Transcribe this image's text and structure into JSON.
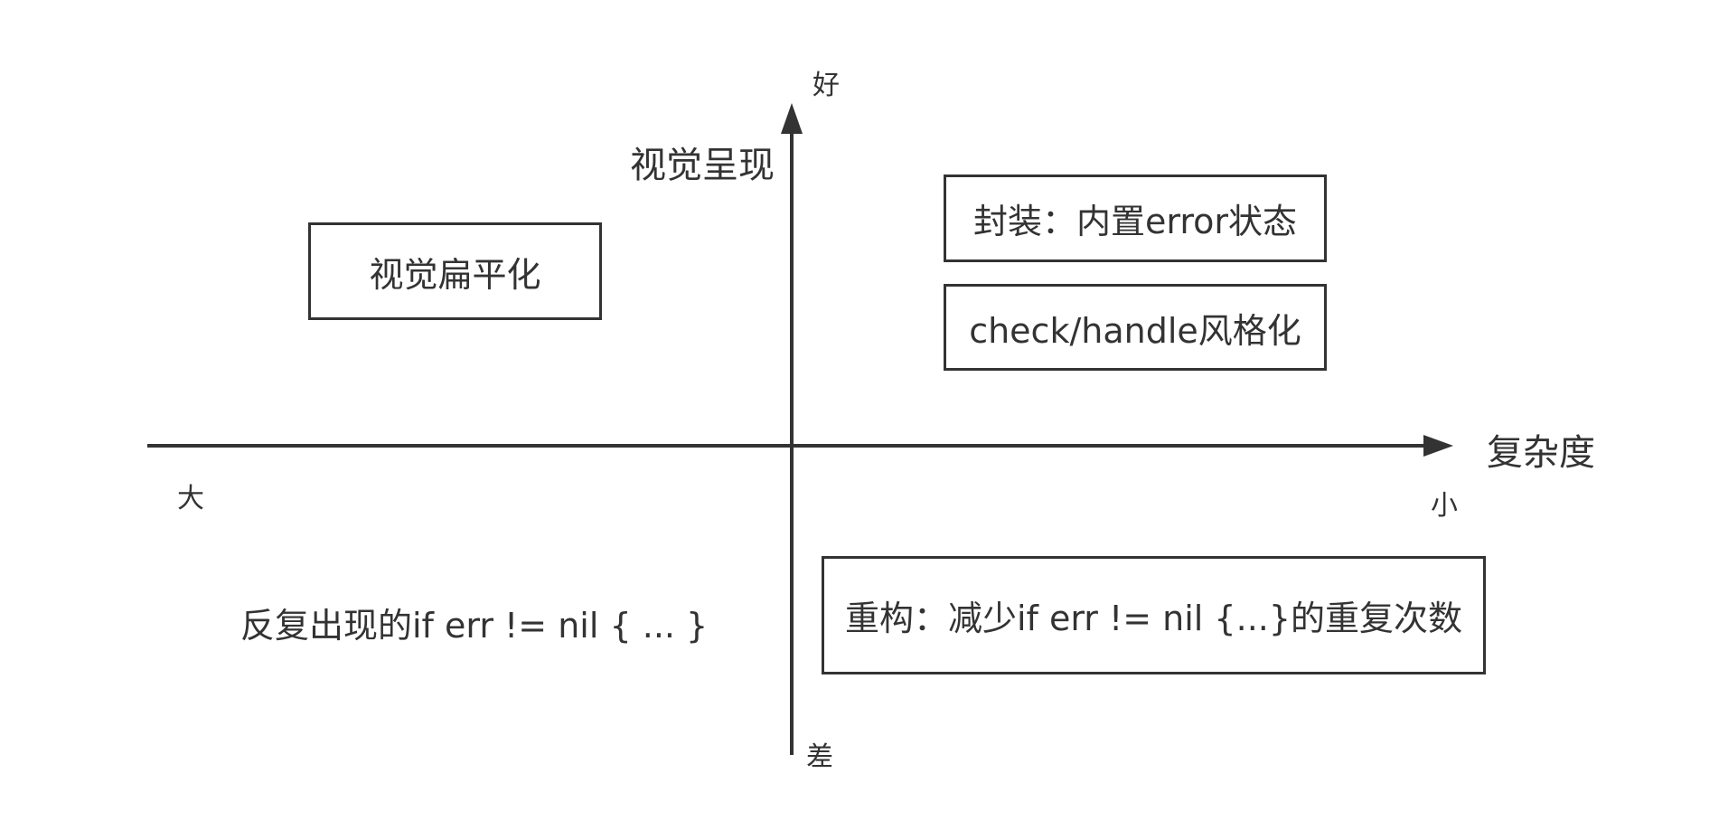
{
  "axes": {
    "vertical": {
      "title": "视觉呈现",
      "top_label": "好",
      "bottom_label": "差"
    },
    "horizontal": {
      "title": "复杂度",
      "left_label": "大",
      "right_label": "小"
    }
  },
  "boxes": [
    {
      "label": "视觉扁平化"
    },
    {
      "label": "封装：内置error状态"
    },
    {
      "label": "check/handle风格化"
    },
    {
      "label": "重构：减少if err != nil {...}的重复次数"
    }
  ],
  "free_text": [
    {
      "label": "反复出现的if err != nil { ... }"
    }
  ]
}
